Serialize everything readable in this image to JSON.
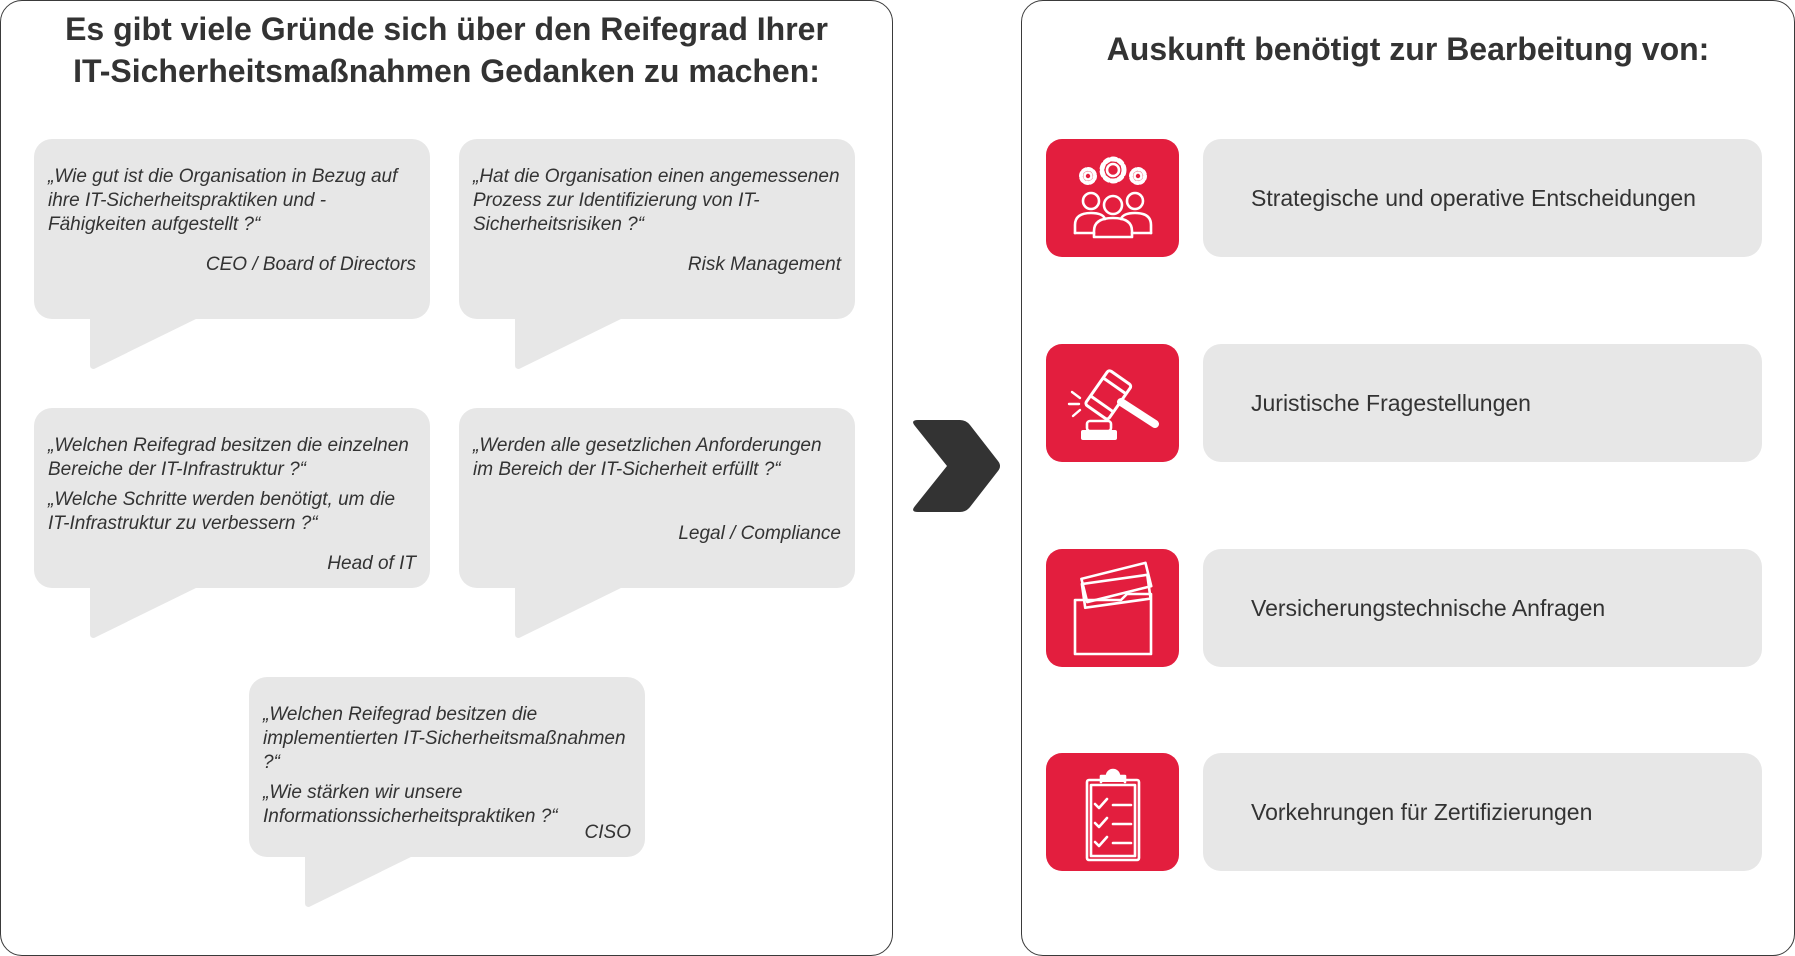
{
  "left": {
    "title_line1": "Es gibt viele Gründe sich über den Reifegrad Ihrer",
    "title_line2": "IT-Sicherheitsmaßnahmen Gedanken zu machen:",
    "bubbles": [
      {
        "quotes": [
          "„Wie gut ist die Organisation in Bezug auf ihre IT-Sicherheitspraktiken und -Fähigkeiten aufgestellt ?“"
        ],
        "role": "CEO / Board of Directors"
      },
      {
        "quotes": [
          "„Hat die Organisation einen angemessenen Prozess zur Identifizierung von IT-Sicherheitsrisiken ?“"
        ],
        "role": "Risk Management"
      },
      {
        "quotes": [
          "„Welchen Reifegrad besitzen die einzelnen Bereiche der IT-Infrastruktur ?“",
          "„Welche Schritte werden benötigt, um die IT-Infrastruktur zu verbessern ?“"
        ],
        "role": "Head of IT"
      },
      {
        "quotes": [
          "„Werden alle gesetzlichen Anforderungen im Bereich der IT-Sicherheit erfüllt ?“"
        ],
        "role": "Legal / Compliance"
      },
      {
        "quotes": [
          "„Welchen Reifegrad besitzen die implementierten IT-Sicherheitsmaßnahmen ?“",
          "„Wie stärken wir unsere Informationssicherheitspraktiken ?“"
        ],
        "role": "CISO"
      }
    ]
  },
  "right": {
    "title": "Auskunft benötigt zur Bearbeitung von:",
    "items": [
      {
        "label": "Strategische und operative Entscheidungen",
        "icon": "team-gears-icon"
      },
      {
        "label": "Juristische Fragestellungen",
        "icon": "gavel-icon"
      },
      {
        "label": "Versicherungstechnische Anfragen",
        "icon": "folder-documents-icon"
      },
      {
        "label": "Vorkehrungen für Zertifizierungen",
        "icon": "checklist-clipboard-icon"
      }
    ]
  },
  "colors": {
    "accent": "#e31e3e",
    "bubble_bg": "#e7e7e7",
    "text": "#333333",
    "arrow": "#333333"
  }
}
